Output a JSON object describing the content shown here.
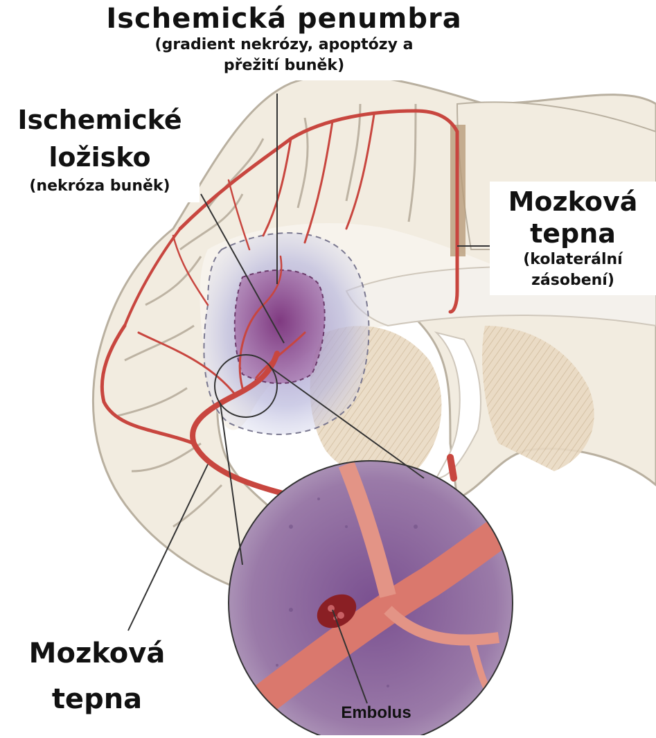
{
  "labels": {
    "penumbra_title": "Ischemická penumbra",
    "penumbra_sub_1": "(gradient nekrózy, apoptózy a",
    "penumbra_sub_2": "přežití buněk)",
    "focus_title_1": "Ischemické",
    "focus_title_2": "ložisko",
    "focus_sub": "(nekróza buněk)",
    "artery_right_1": "Mozková",
    "artery_right_2": "tepna",
    "artery_right_sub_1": "(kolaterální",
    "artery_right_sub_2": "zásobení)",
    "artery_left_1": "Mozková",
    "artery_left_2": "tepna",
    "embolus": "Embolus"
  },
  "colors": {
    "artery": "#c8463f",
    "brain_tissue": "#f2ece0",
    "white_matter": "#f7f3ec",
    "penumbra": "#b6b4d8",
    "core": "#8a3e86",
    "zoom_background": "#8a6a9a",
    "embolus": "#8a1f24"
  }
}
